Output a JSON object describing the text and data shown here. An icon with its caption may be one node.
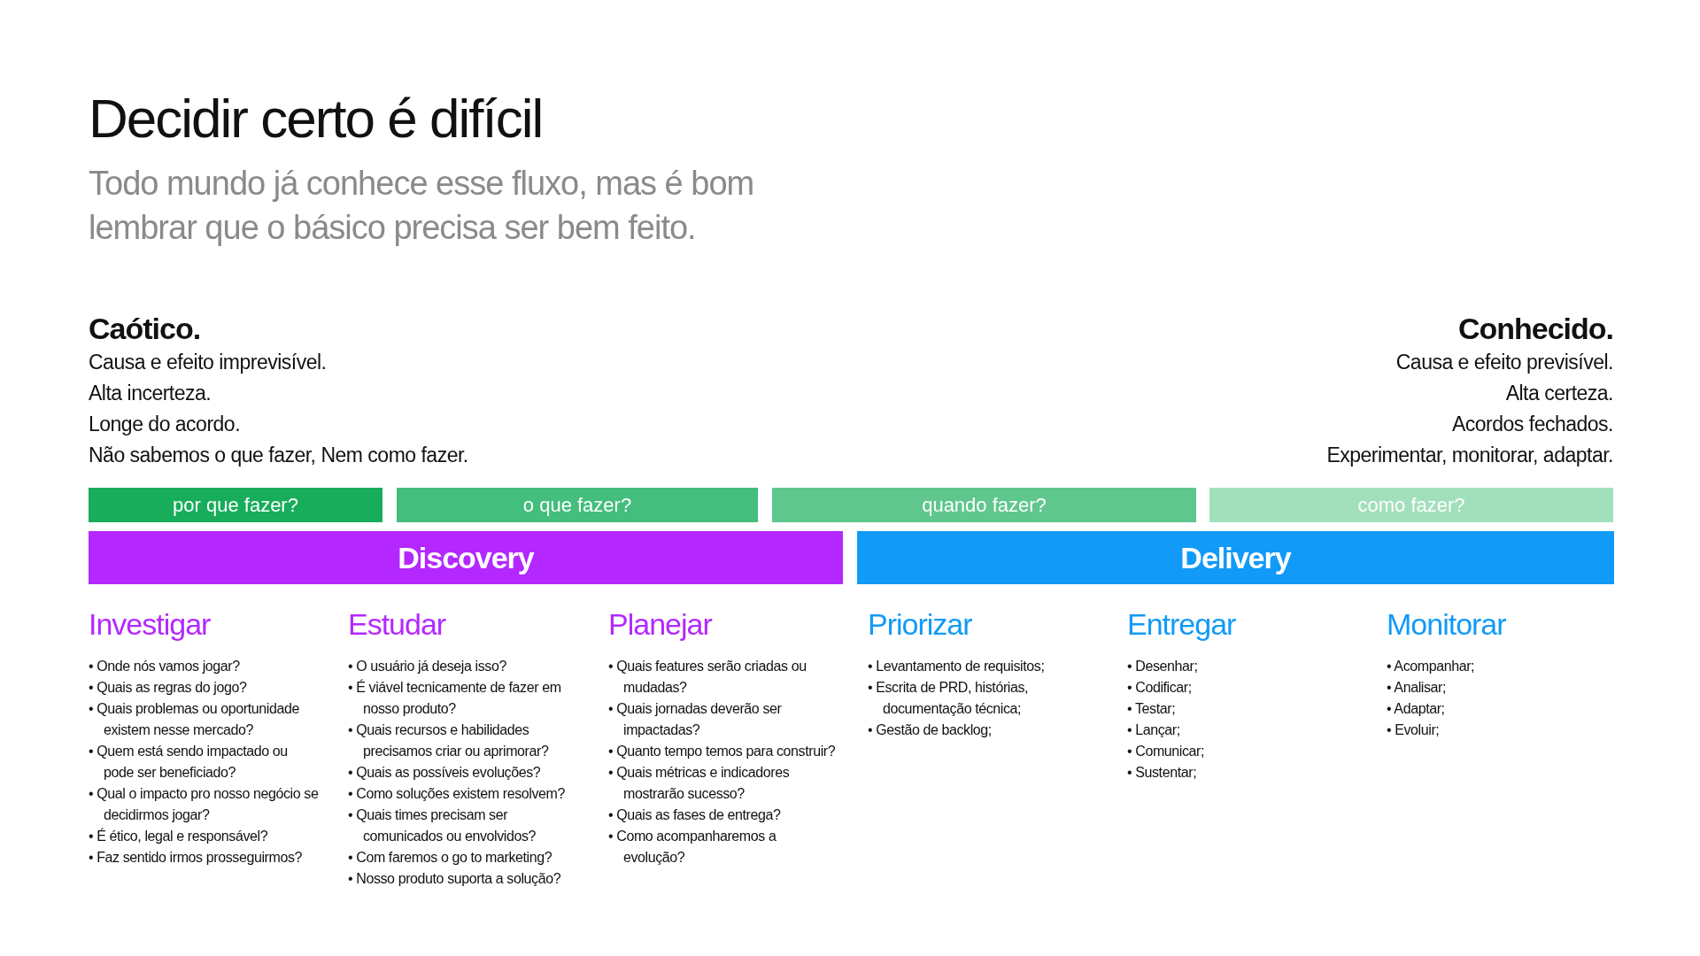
{
  "diagram": {
    "title": "Decidir certo é difícil",
    "nodes": [
      {
        "text": [
          "por que fazer?"
        ]
      },
      {
        "text": [
          "o que fazer?"
        ]
      },
      {
        "text": [
          "quando fazer?"
        ]
      },
      {
        "text": [
          "como fazer?"
        ]
      },
      {
        "text": [
          "Discovery"
        ]
      },
      {
        "text": [
          "Delivery"
        ]
      }
    ],
    "edges": [],
    "labels": [
      "Todo mundo já conhece esse fluxo, mas é bom lembrar que o básico precisa ser bem feito.",
      "Caótico.",
      "Causa e efeito imprevisível.",
      "Alta incerteza.",
      "Longe do acordo.",
      "Não sabemos o que fazer, Nem como fazer.",
      "Conhecido.",
      "Causa e efeito previsível.",
      "Alta certeza.",
      "Acordos fechados.",
      "Experimentar, monitorar, adaptar.",
      "Investigar",
      "• Onde nós vamos jogar?",
      "• Quais as regras do jogo?",
      "• Quais problemas ou oportunidade existem nesse mercado?",
      "• Quem está sendo impactado ou pode ser beneficiado?",
      "• Qual o impacto pro nosso negócio se decidirmos jogar?",
      "• É ético, legal e responsável?",
      "• Faz sentido irmos prosseguirmos?",
      "Estudar",
      "• O usuário já deseja isso?",
      "• É viável tecnicamente de fazer em nosso produto?",
      "• Quais recursos e habilidades precisamos criar ou aprimorar?",
      "• Quais as possíveis evoluções?",
      "• Como soluções existem resolvem?",
      "• Quais times precisam ser comunicados ou envolvidos?",
      "• Com faremos o go to marketing?",
      "• Nosso produto suporta a solução?",
      "Planejar",
      "• Quais features serão criadas ou mudadas?",
      "• Quais jornadas deverão ser impactadas?",
      "• Quanto tempo temos para construir?",
      "• Quais métricas e indicadores mostrarão sucesso?",
      "• Quais as fases de entrega?",
      "• Como acompanharemos a evolução?",
      "Priorizar",
      "• Levantamento de requisitos;",
      "• Escrita de PRD, histórias, documentação técnica;",
      "• Gestão de backlog;",
      "Entregar",
      "• Desenhar;",
      "• Codificar;",
      "• Testar;",
      "• Lançar;",
      "• Comunicar;",
      "• Sustentar;",
      "Monitorar",
      "• Acompanhar;",
      "• Analisar;",
      "• Adaptar;",
      "• Evoluir;"
    ]
  }
}
